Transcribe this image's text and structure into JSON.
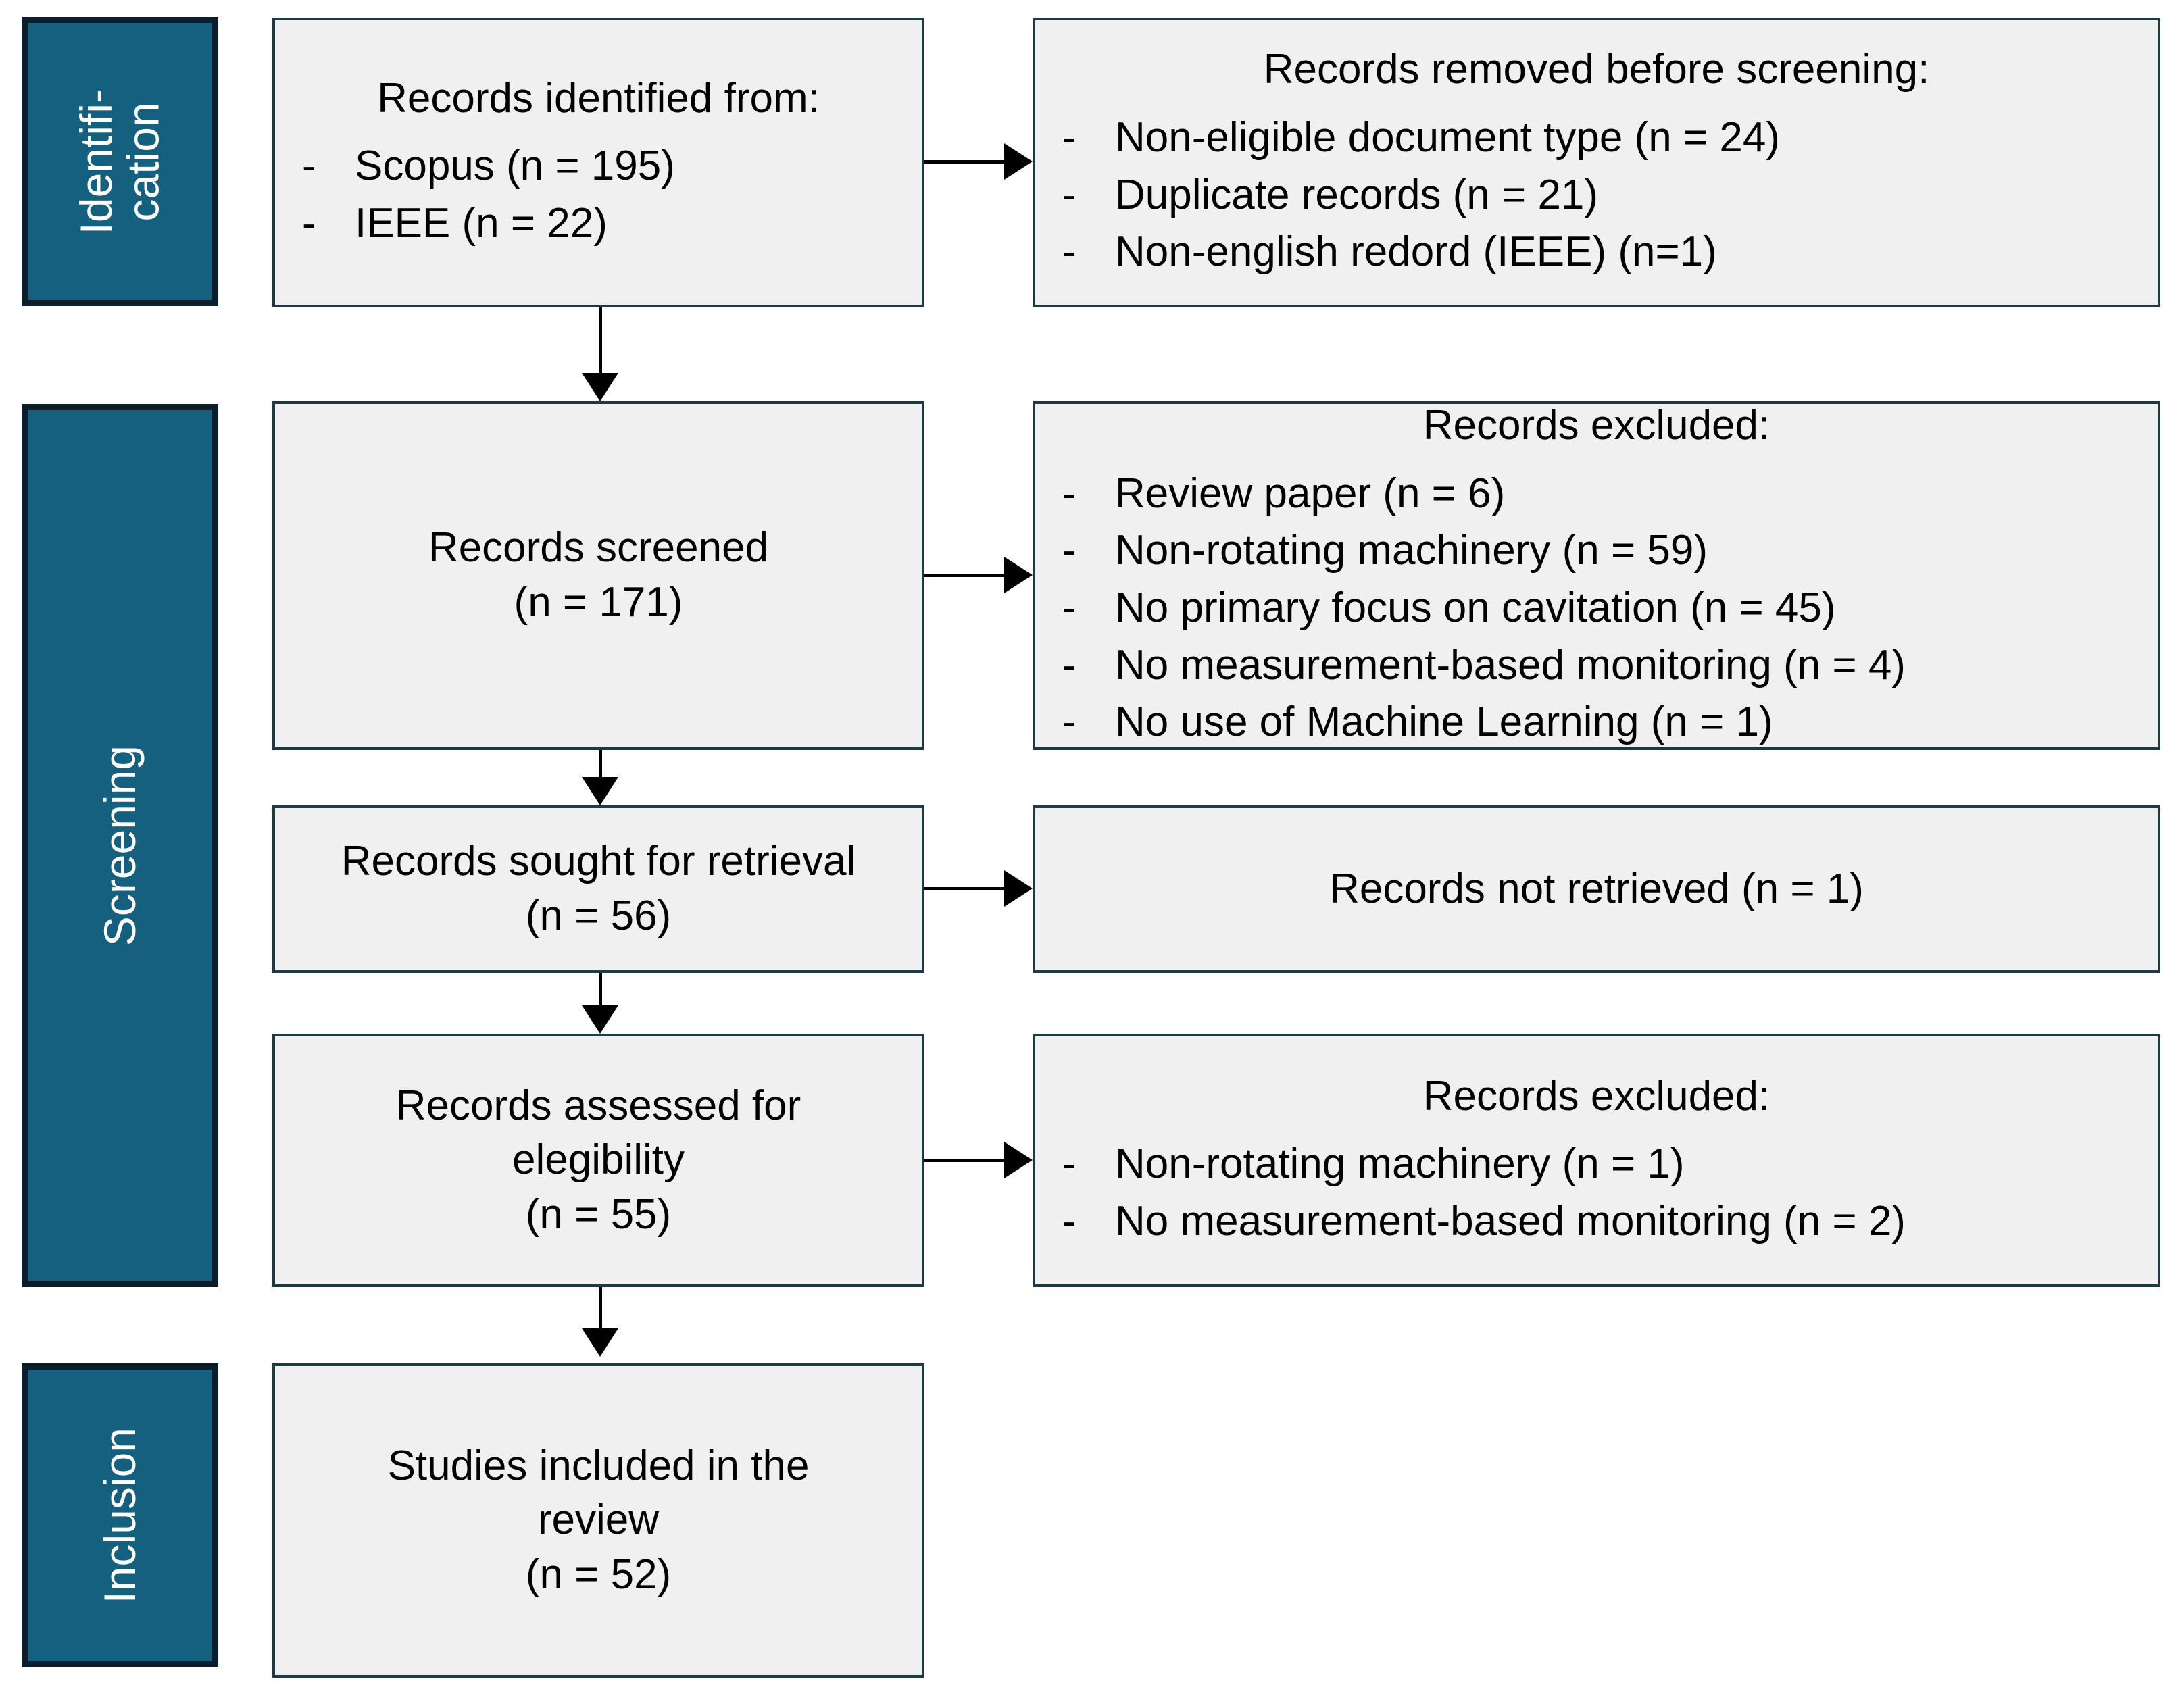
{
  "diagram": {
    "title": "PRISMA flow diagram",
    "colors": {
      "stage_fill": "#15607F",
      "stage_border": "#0B1C2B",
      "node_fill": "#F0F0F0",
      "node_border": "#1F3A45",
      "text": "#000000",
      "stage_text": "#FFFFFF",
      "connector": "#000000"
    },
    "stages": [
      {
        "id": "identification",
        "label": "Identifi-\ncation"
      },
      {
        "id": "screening",
        "label": "Screening"
      },
      {
        "id": "inclusion",
        "label": "Inclusion"
      }
    ],
    "nodes": {
      "identified": {
        "title": "Records identified from:",
        "bullets": [
          {
            "dash": "-",
            "text": "Scopus (n = 195)"
          },
          {
            "dash": "-",
            "text": "IEEE (n = 22)"
          }
        ]
      },
      "removed_before_screening": {
        "title": "Records removed before screening:",
        "bullets": [
          {
            "dash": "-",
            "text": "Non-eligible document type (n = 24)"
          },
          {
            "dash": "-",
            "text": "Duplicate records (n = 21)"
          },
          {
            "dash": "-",
            "text": "Non-english redord (IEEE) (n=1)"
          }
        ]
      },
      "screened": {
        "title": "Records screened\n(n = 171)",
        "bullets": []
      },
      "excluded_screening": {
        "title": "Records excluded:",
        "bullets": [
          {
            "dash": "-",
            "text": "Review paper (n = 6)"
          },
          {
            "dash": "-",
            "text": "Non-rotating machinery (n = 59)"
          },
          {
            "dash": "-",
            "text": "No primary focus on cavitation (n = 45)"
          },
          {
            "dash": "-",
            "text": "No measurement-based monitoring (n = 4)"
          },
          {
            "dash": "-",
            "text": "No use of Machine Learning (n = 1)"
          }
        ]
      },
      "sought_retrieval": {
        "title": "Records sought for retrieval\n(n = 56)",
        "bullets": []
      },
      "not_retrieved": {
        "title": "Records not retrieved (n = 1)",
        "bullets": []
      },
      "assessed": {
        "title": "Records assessed for\nelegibility\n(n = 55)",
        "bullets": []
      },
      "excluded_eligibility": {
        "title": "Records excluded:",
        "bullets": [
          {
            "dash": "-",
            "text": "Non-rotating machinery (n = 1)"
          },
          {
            "dash": "-",
            "text": "No measurement-based monitoring (n = 2)"
          }
        ]
      },
      "included": {
        "title": "Studies included in the\nreview\n(n = 52)",
        "bullets": []
      }
    },
    "counts": {
      "scopus": 195,
      "ieee": 22,
      "non_eligible_document_type": 24,
      "duplicate_records": 21,
      "non_english_record_ieee": 1,
      "records_screened": 171,
      "review_paper": 6,
      "non_rotating_machinery_screening": 59,
      "no_primary_focus_on_cavitation": 45,
      "no_measurement_based_monitoring_screening": 4,
      "no_use_of_machine_learning": 1,
      "records_sought_for_retrieval": 56,
      "records_not_retrieved": 1,
      "records_assessed_for_eligibility": 55,
      "non_rotating_machinery_eligibility": 1,
      "no_measurement_based_monitoring_eligibility": 2,
      "studies_included": 52
    }
  }
}
